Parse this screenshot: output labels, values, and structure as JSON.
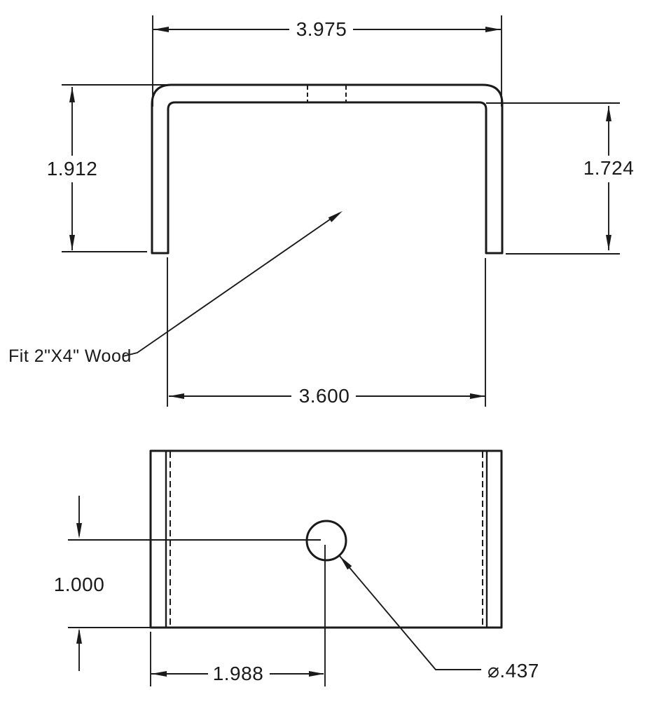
{
  "colors": {
    "ink": "#1a1a1a",
    "paper": "#ffffff"
  },
  "front_view": {
    "dim_overall_width": "3.975",
    "dim_left_height": "1.912",
    "dim_right_height": "1.724",
    "dim_inner_width": "3.600",
    "note_fit": "Fit 2\"X4\" Wood"
  },
  "bottom_view": {
    "dim_hole_from_edge": "1.988",
    "dim_hole_from_bottom": "1.000",
    "dim_hole_diameter": "⌀.437"
  }
}
